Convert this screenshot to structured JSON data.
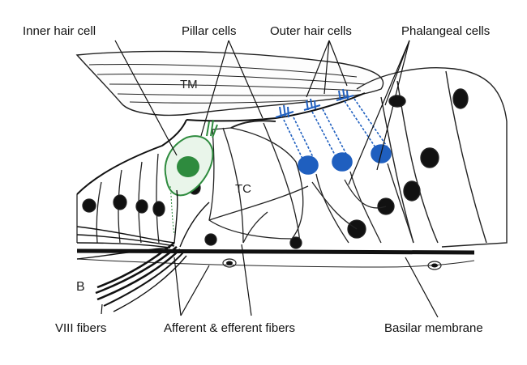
{
  "labels": {
    "inner_hair_cell": "Inner hair cell",
    "pillar_cells": "Pillar cells",
    "outer_hair_cells": "Outer hair cells",
    "phalangeal_cells": "Phalangeal cells",
    "tm": "TM",
    "tc": "TC",
    "b": "B",
    "viii_fibers": "VIII fibers",
    "afferent_efferent_fibers": "Afferent & efferent fibers",
    "basilar_membrane": "Basilar membrane"
  },
  "colors": {
    "line": "#111111",
    "inner_hair_cell": "#2e8b3e",
    "outer_hair_cells": "#1f5fbf",
    "background": "#ffffff"
  }
}
